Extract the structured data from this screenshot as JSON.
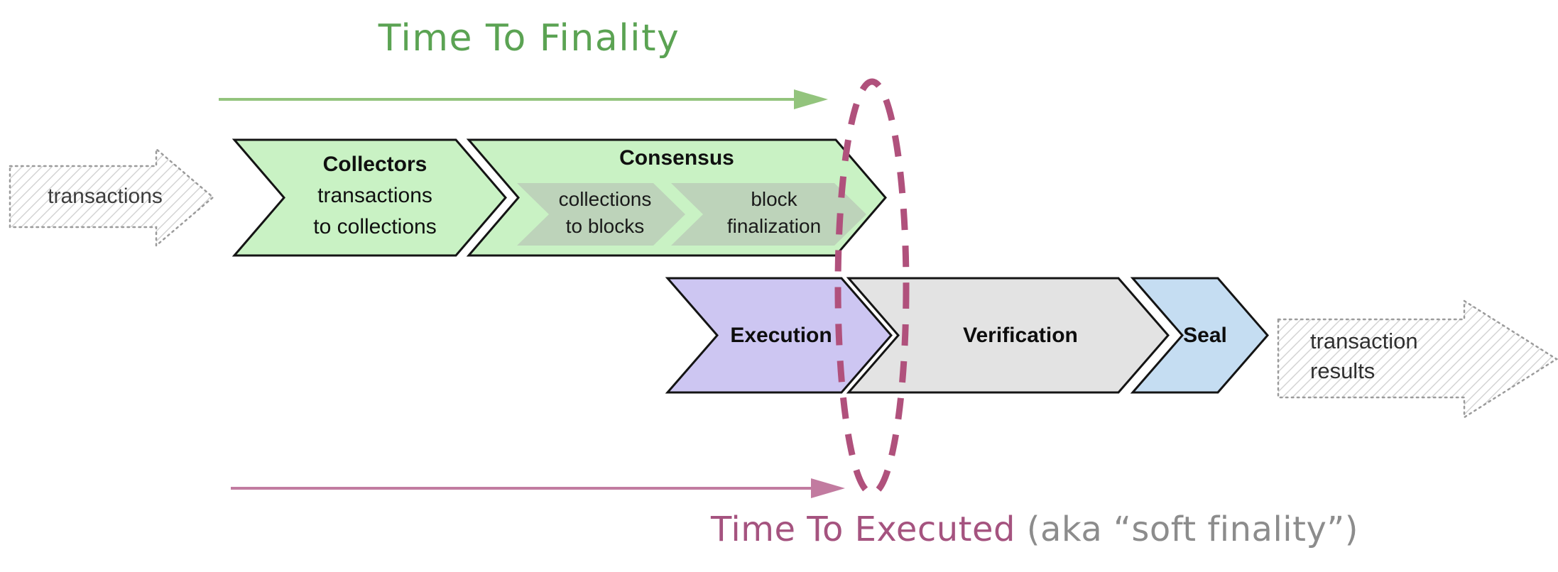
{
  "titles": {
    "top": "Time To Finality",
    "bottom_primary": "Time To Executed",
    "bottom_secondary": " (aka “soft finality”)"
  },
  "input_arrow": {
    "label": "transactions"
  },
  "output_arrow": {
    "label_line1": "transaction",
    "label_line2": "results"
  },
  "pipeline": {
    "collectors": {
      "title": "Collectors",
      "line1": "transactions",
      "line2": "to collections"
    },
    "consensus": {
      "title": "Consensus",
      "sub1": {
        "line1": "collections",
        "line2": "to blocks"
      },
      "sub2": {
        "line1": "block",
        "line2": "finalization"
      }
    },
    "execution": {
      "title": "Execution"
    },
    "verification": {
      "title": "Verification"
    },
    "seal": {
      "title": "Seal"
    }
  },
  "colors": {
    "title_green": "#5ba353",
    "arrow_green": "#93c47d",
    "chevron_green": "#c9f2c4",
    "chevron_inner_gray_green": "#bdd3ba",
    "chevron_purple": "#cdc6f2",
    "chevron_gray": "#e3e3e3",
    "chevron_blue": "#c5ddf2",
    "outline_black": "#141414",
    "ellipse_dash": "#b0517c",
    "arrow_pink": "#c27ba0",
    "bottom_title_magenta": "#a5537f",
    "bottom_title_gray": "#8c8c8c",
    "sketch_border_gray": "#9b9b9b"
  }
}
